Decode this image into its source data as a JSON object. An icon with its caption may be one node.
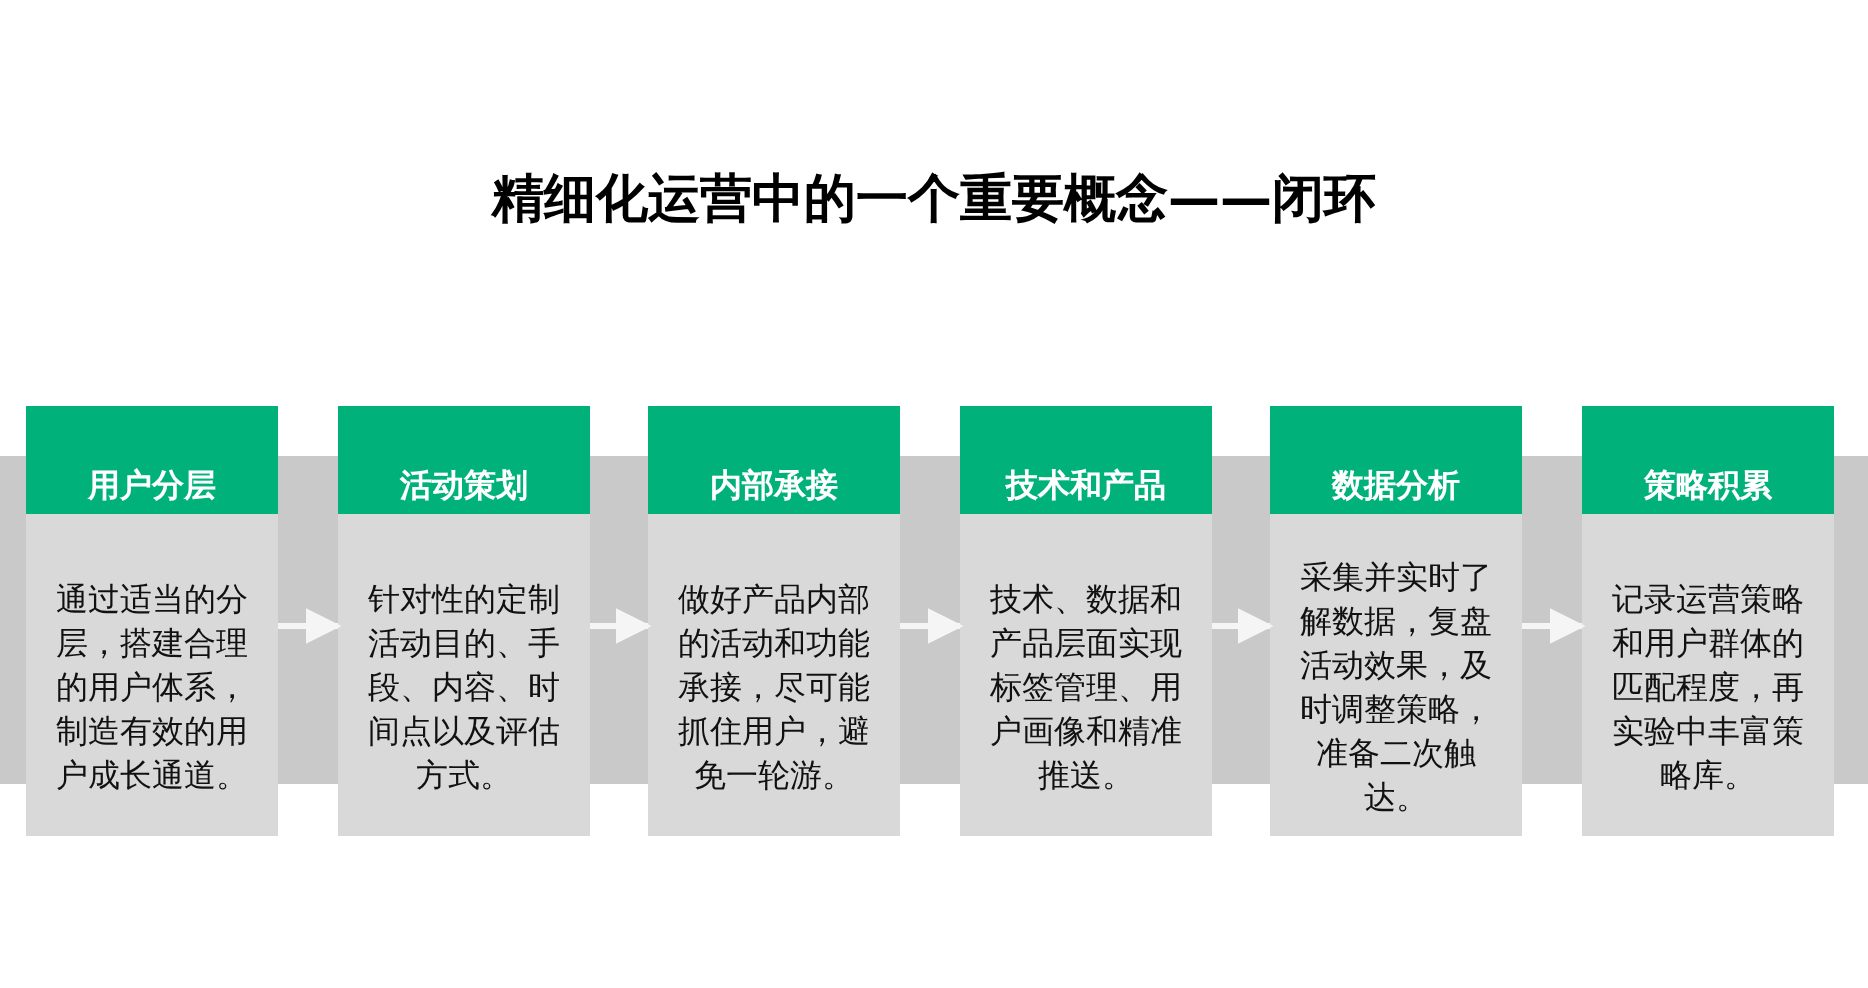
{
  "diagram": {
    "title": "精细化运营中的一个重要概念——闭环",
    "nodes": [
      {
        "text": [
          "用户分层",
          "通过适当的分层，搭建合理的用户体系，制造有效的用户成长通道。"
        ]
      },
      {
        "text": [
          "活动策划",
          "针对性的定制活动目的、手段、内容、时间点以及评估方式。"
        ]
      },
      {
        "text": [
          "内部承接",
          "做好产品内部的活动和功能承接，尽可能抓住用户，避免一轮游。"
        ]
      },
      {
        "text": [
          "技术和产品",
          "技术、数据和产品层面实现标签管理、用户画像和精准推送。"
        ]
      },
      {
        "text": [
          "数据分析",
          "采集并实时了解数据，复盘活动效果，及时调整策略，准备二次触达。"
        ]
      },
      {
        "text": [
          "策略积累",
          "记录运营策略和用户群体的匹配程度，再实验中丰富策略库。"
        ]
      }
    ],
    "edges": [
      {
        "from": 0,
        "to": 1,
        "arrow": "to"
      },
      {
        "from": 1,
        "to": 2,
        "arrow": "to"
      },
      {
        "from": 2,
        "to": 3,
        "arrow": "to"
      },
      {
        "from": 3,
        "to": 4,
        "arrow": "to"
      },
      {
        "from": 4,
        "to": 5,
        "arrow": "to"
      }
    ]
  }
}
